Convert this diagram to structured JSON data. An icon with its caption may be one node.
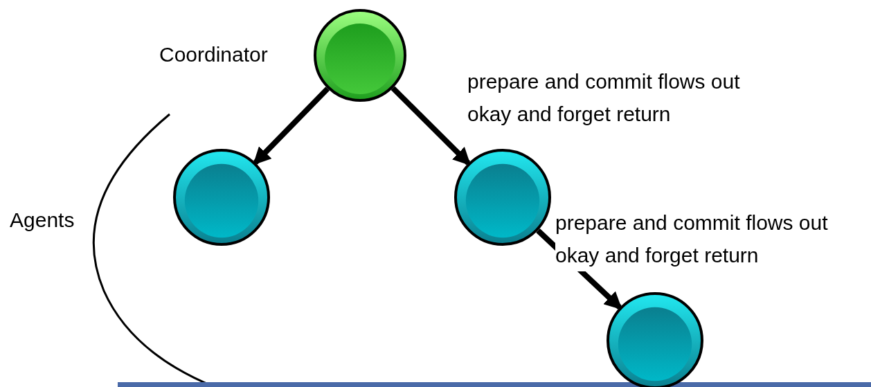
{
  "diagram": {
    "nodes": [
      {
        "text": [],
        "shape": "circle",
        "beside": [
          "Coordinator"
        ]
      },
      {
        "text": [],
        "shape": "circle"
      },
      {
        "text": [],
        "shape": "circle"
      },
      {
        "text": [],
        "shape": "circle"
      }
    ],
    "edges": [
      {
        "from": 0,
        "to": 1,
        "arrow": "to"
      },
      {
        "from": 0,
        "to": 2,
        "arrow": "to",
        "label": "prepare and commit flows out okay and forget return"
      },
      {
        "from": 2,
        "to": 3,
        "arrow": "to",
        "label": "prepare and commit flows out okay and forget return"
      }
    ],
    "labels": [
      "Agents"
    ]
  }
}
